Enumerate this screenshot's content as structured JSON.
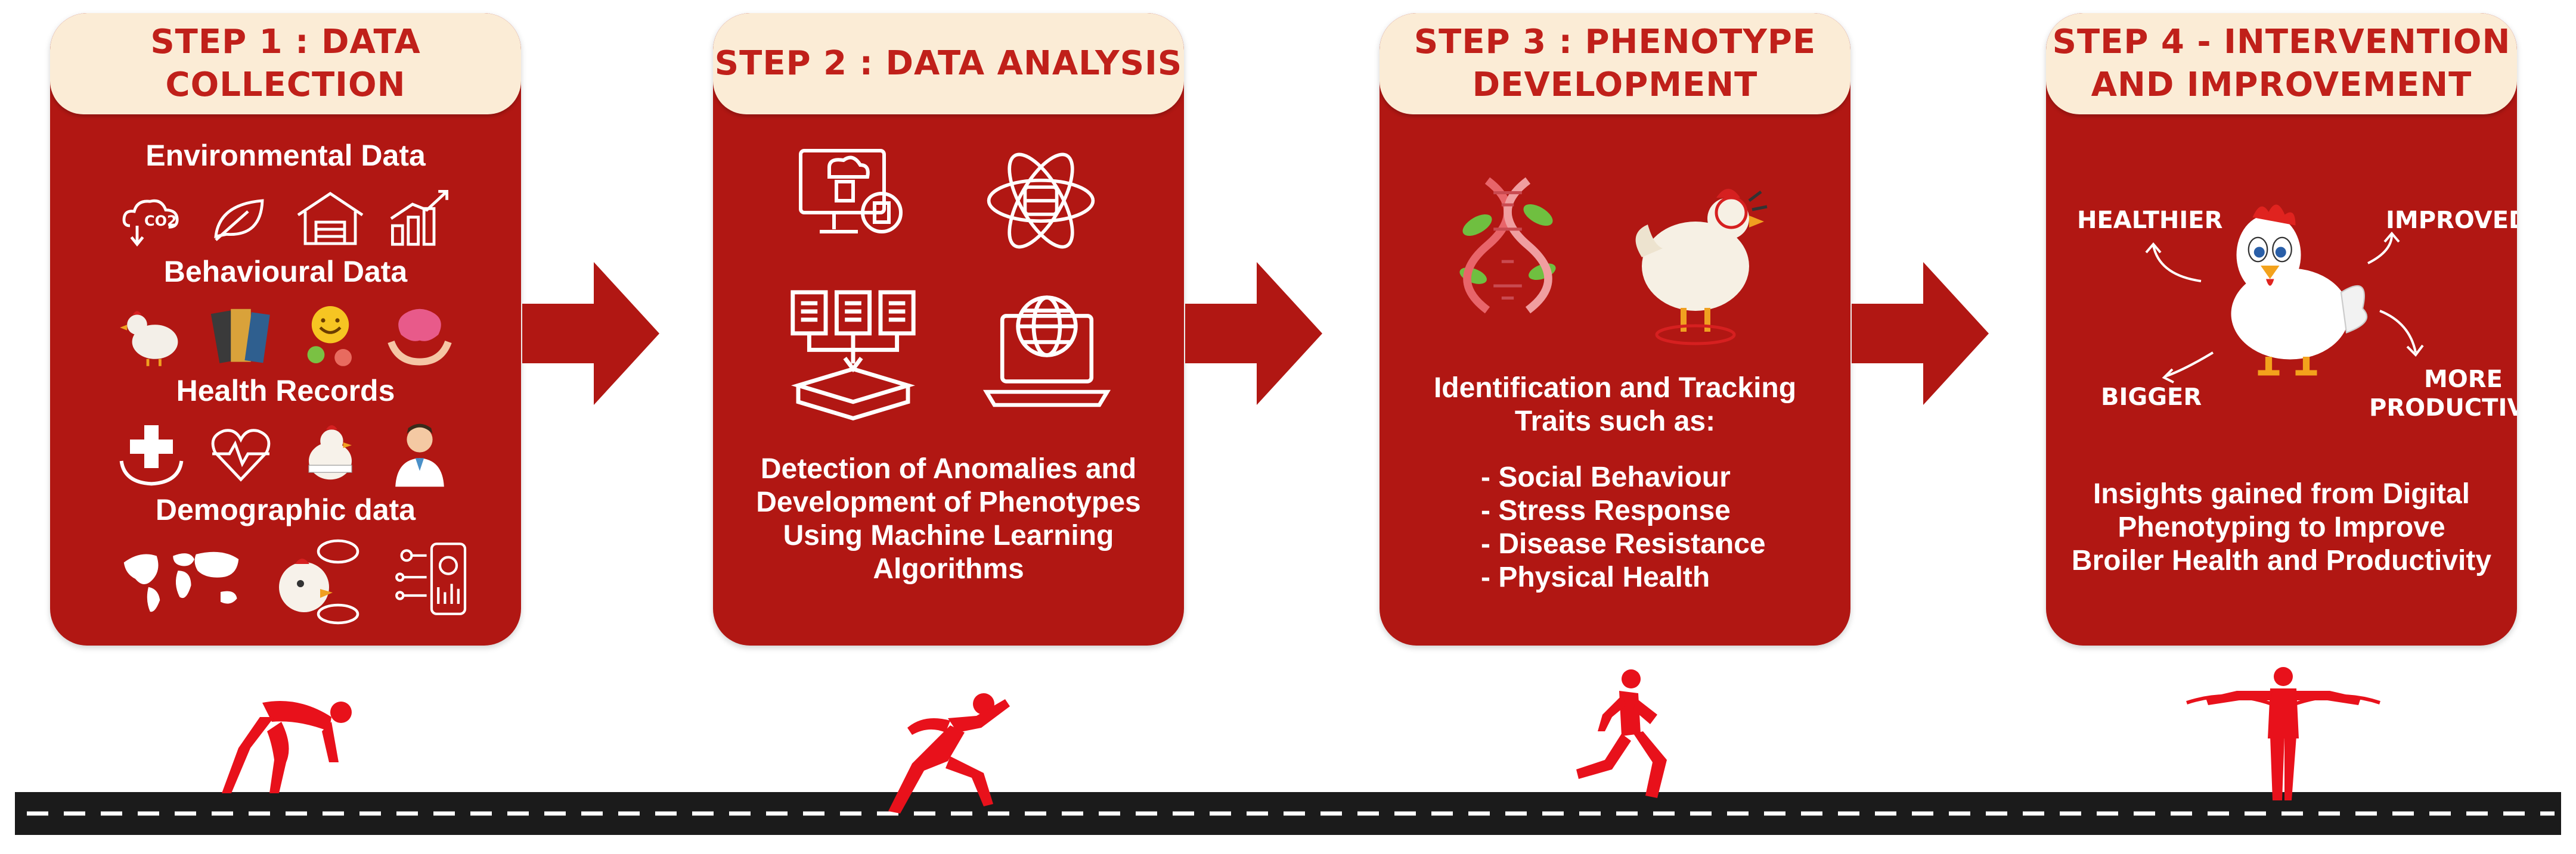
{
  "steps": [
    {
      "title": "STEP 1 : DATA COLLECTION",
      "sections": [
        {
          "title": "Environmental Data",
          "icons": [
            "co2-icon",
            "leaf-icon",
            "barn-icon",
            "growth-chart-icon"
          ]
        },
        {
          "title": "Behavioural Data",
          "icons": [
            "hen-icon",
            "records-books-icon",
            "emoji-faces-icon",
            "brain-hands-icon"
          ]
        },
        {
          "title": "Health Records",
          "icons": [
            "medical-cross-hands-icon",
            "heartbeat-icon",
            "chicken-doctor-icon",
            "doctor-icon"
          ]
        },
        {
          "title": "Demographic data",
          "icons": [
            "world-map-icon",
            "chicken-speech-icon",
            "mobile-analytics-icon"
          ]
        }
      ]
    },
    {
      "title": "STEP 2 : DATA ANALYSIS",
      "icons": [
        "monitor-database-icon",
        "atom-server-icon",
        "documents-to-box-icon",
        "laptop-globe-icon"
      ],
      "description": "Detection of Anomalies and Development of Phenotypes Using Machine Learning Algorithms"
    },
    {
      "title": "STEP 3 : PHENOTYPE\nDEVELOPMENT",
      "icons": [
        "dna-leaves-icon",
        "chicken-target-icon"
      ],
      "description": "Identification and Tracking Traits such as:",
      "traits": [
        "- Social Behaviour",
        "- Stress Response",
        "- Disease Resistance",
        "- Physical Health"
      ]
    },
    {
      "title": "STEP 4 - INTERVENTION\nAND IMPROVEMENT",
      "labels": {
        "healthier": "HEALTHIER",
        "improved": "IMPROVED",
        "bigger": "BIGGER",
        "more": "MORE",
        "productivity": "PRODUCTIVITY"
      },
      "description": "Insights gained from Digital Phenotyping to Improve Broiler Health and Productivity"
    }
  ],
  "colors": {
    "card": "#b11713",
    "header": "#fbecd6",
    "title": "#c0201a",
    "runner": "#e8111b",
    "road": "#1b1b1b"
  }
}
